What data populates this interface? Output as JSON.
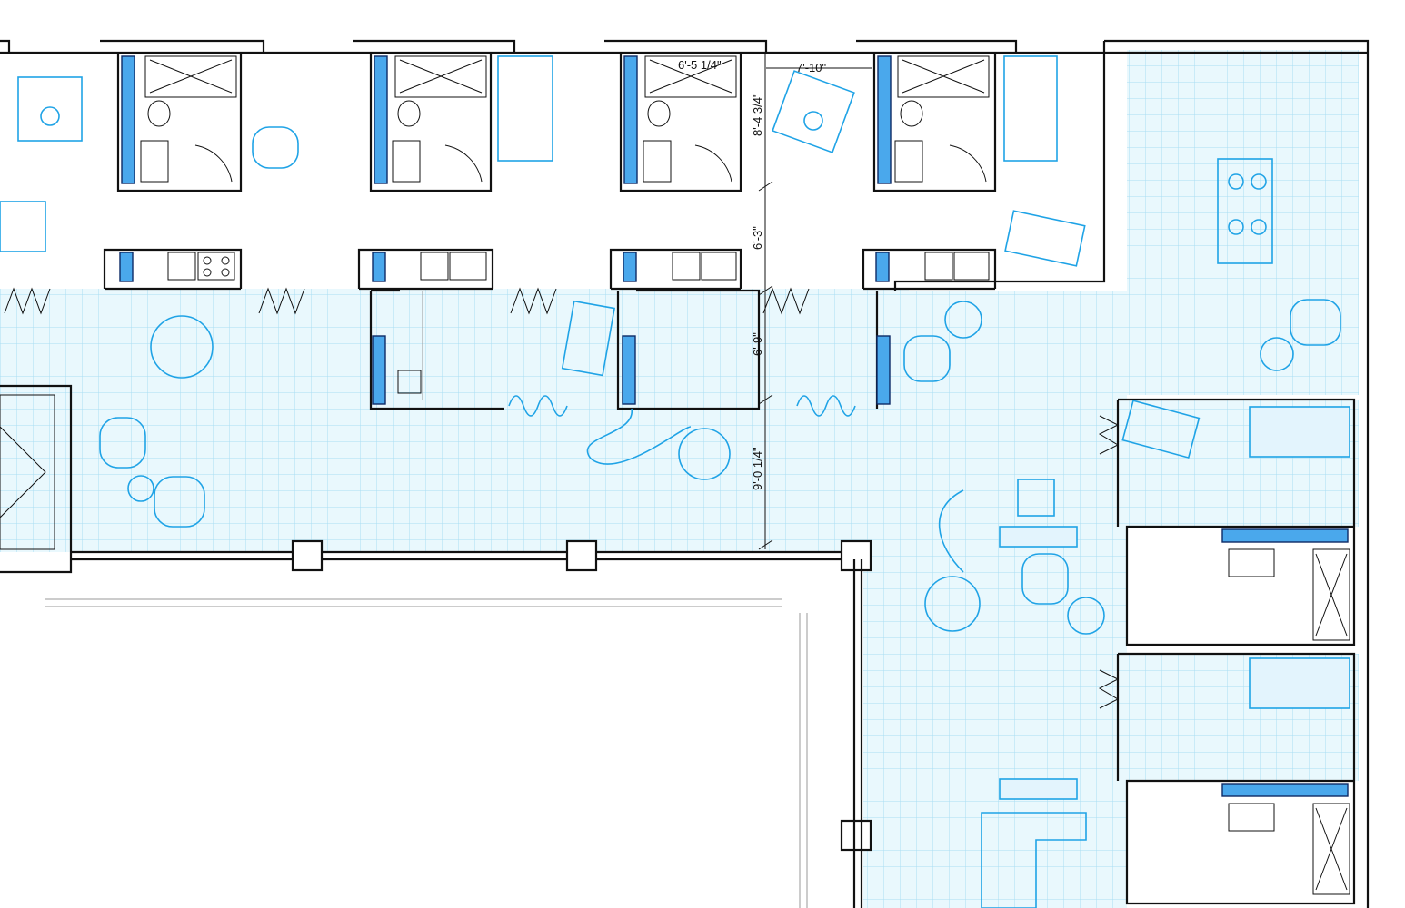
{
  "drawing": {
    "type": "floor-plan",
    "colors": {
      "wall": "#111111",
      "furniture": "#1fa3e6",
      "floor_grid": "#bde6f8",
      "floor_fill": "#e6f7fc",
      "accent_block": "#4aa8ec"
    },
    "dimensions": [
      {
        "id": "dim-top-width",
        "label": "7'-10\""
      },
      {
        "id": "dim-bath-width",
        "label": "6'-5 1/4\""
      },
      {
        "id": "dim-upper-room",
        "label": "8'-4 3/4\""
      },
      {
        "id": "dim-corridor",
        "label": "6'-3\""
      },
      {
        "id": "dim-middle",
        "label": "6'-9\""
      },
      {
        "id": "dim-lower",
        "label": "9'-0 1/4\""
      }
    ],
    "icons": [
      "round-table-icon",
      "armchair-icon",
      "bed-icon",
      "toilet-icon",
      "sink-icon",
      "stove-icon",
      "shower-icon",
      "desk-icon",
      "hose-icon",
      "column-icon"
    ]
  }
}
